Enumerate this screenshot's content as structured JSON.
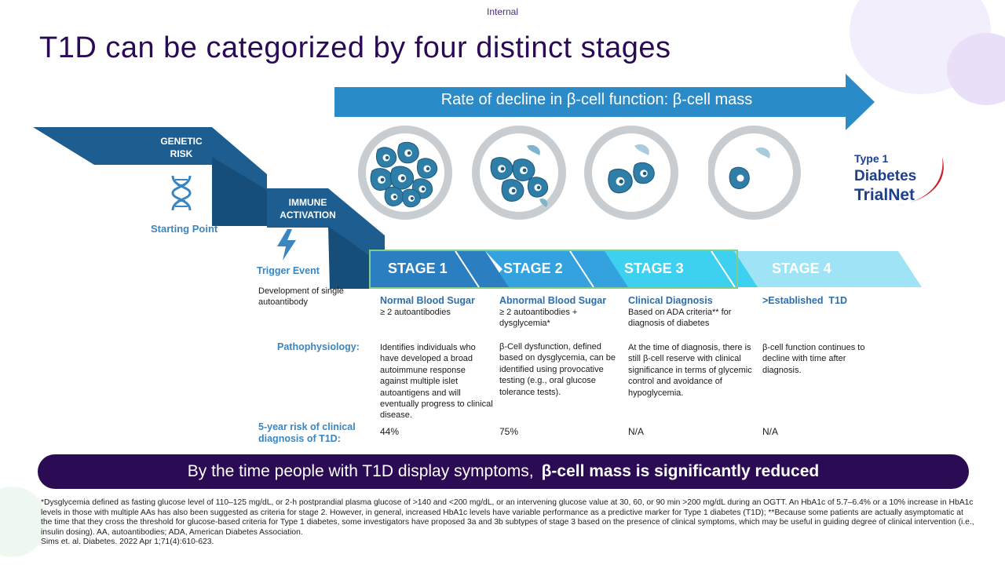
{
  "header": {
    "classification": "Internal",
    "title": "T1D can be categorized by four distinct stages"
  },
  "decline_arrow": {
    "label": "Rate of decline in β-cell function: β-cell mass"
  },
  "steps": {
    "genetic_risk": "GENETIC RISK",
    "immune_activation": "IMMUNE ACTIVATION",
    "starting_point": "Starting Point",
    "trigger_event": "Trigger Event",
    "development": "Development of single autoantibody"
  },
  "icons": {
    "dna": "dna-icon",
    "lightning": "lightning-icon"
  },
  "logo": {
    "line1": "Type 1",
    "line2": "Diabetes",
    "line3": "TrialNet"
  },
  "stages": [
    {
      "label": "STAGE 1",
      "heading": "Normal Blood Sugar",
      "criteria": "≥ 2 autoantibodies",
      "pathophysiology": "Identifies individuals who have developed a broad autoimmune response against multiple islet autoantigens and will eventually progress to clinical disease.",
      "risk": "44%"
    },
    {
      "label": "STAGE 2",
      "heading": "Abnormal Blood Sugar",
      "criteria": "≥ 2 autoantibodies + dysglycemia*",
      "pathophysiology": "β-Cell dysfunction, defined based on dysglycemia, can be identified using provocative testing (e.g., oral glucose tolerance tests).",
      "risk": "75%"
    },
    {
      "label": "STAGE 3",
      "heading": "Clinical Diagnosis",
      "criteria": "Based on ADA criteria** for diagnosis of diabetes",
      "pathophysiology": "At the time of diagnosis, there is still β-cell reserve with clinical significance in terms of glycemic control and avoidance of hypoglycemia.",
      "risk": "N/A"
    },
    {
      "label": "STAGE 4",
      "heading": ">Established  T1D",
      "criteria": "",
      "pathophysiology": "β-cell function continues to decline with time after diagnosis.",
      "risk": "N/A"
    }
  ],
  "row_labels": {
    "pathophysiology": "Pathophysiology:",
    "risk": "5-year risk of clinical diagnosis of T1D:"
  },
  "banner": {
    "text": "By the time people with T1D display symptoms,",
    "bold": "β-cell mass is significantly reduced"
  },
  "footnote": {
    "text": "*Dysglycemia defined as fasting glucose level of 110–125 mg/dL, or 2-h postprandial plasma glucose of >140 and <200 mg/dL, or an intervening glucose value at 30, 60, or 90 min >200 mg/dL during an OGTT. An HbA1c of 5.7–6.4% or a 10% increase in HbA1c levels in those with multiple AAs has also been suggested as criteria for stage 2. However, in general, increased HbA1c levels have variable performance as a predictive marker for Type 1 diabetes (T1D); **Because some patients are actually asymptomatic at the time that they cross the threshold for glucose-based criteria for Type 1 diabetes, some investigators have proposed 3a and 3b subtypes of stage 3 based on the presence of clinical symptoms, which may be useful in guiding degree of clinical intervention (i.e., insulin dosing). AA, autoantibodies; ADA, American Diabetes Association.",
    "citation": "Sims et. al. Diabetes. 2022 Apr 1;71(4):610-623."
  },
  "colors": {
    "title": "#2a0a55",
    "banner_bg": "#2b0b54",
    "dark_blue": "#1d5d8f",
    "stage1": "#2b7fc0",
    "stage2": "#33a2de",
    "stage3": "#3ed0ef",
    "stage4": "#9fe4f6",
    "label_blue": "#3a86c0",
    "green_outline": "#7fcf8a",
    "decline_arrow": "#2b8ac8"
  }
}
